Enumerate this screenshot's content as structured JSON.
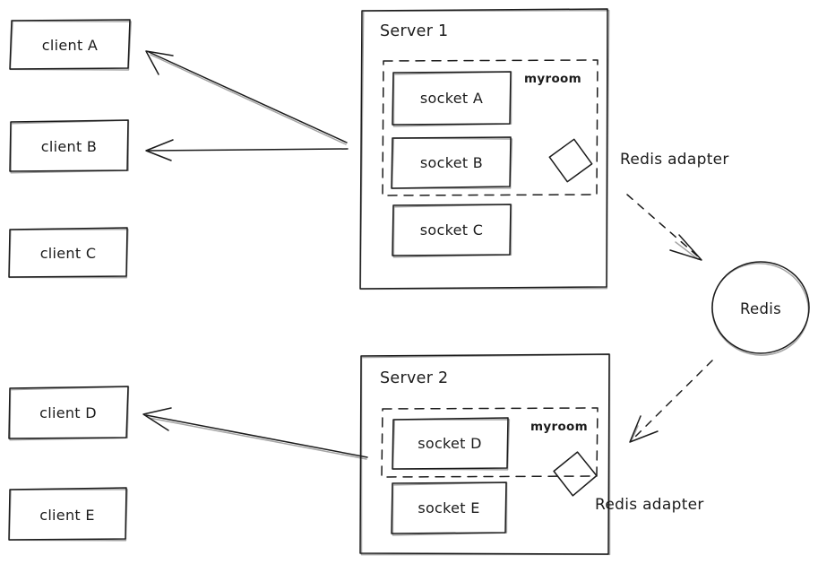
{
  "diagram": {
    "kind": "socketio-redis-adapter-architecture",
    "colors": {
      "stroke": "#1b1b1b",
      "background": "#ffffff"
    },
    "clients": {
      "a": "client A",
      "b": "client B",
      "c": "client C",
      "d": "client D",
      "e": "client E"
    },
    "server1": {
      "title": "Server 1",
      "room": "myroom",
      "socket_a": "socket A",
      "socket_b": "socket B",
      "socket_c": "socket C",
      "adapter": "Redis adapter"
    },
    "server2": {
      "title": "Server 2",
      "room": "myroom",
      "socket_d": "socket D",
      "socket_e": "socket E",
      "adapter": "Redis adapter"
    },
    "redis": {
      "label": "Redis"
    }
  }
}
